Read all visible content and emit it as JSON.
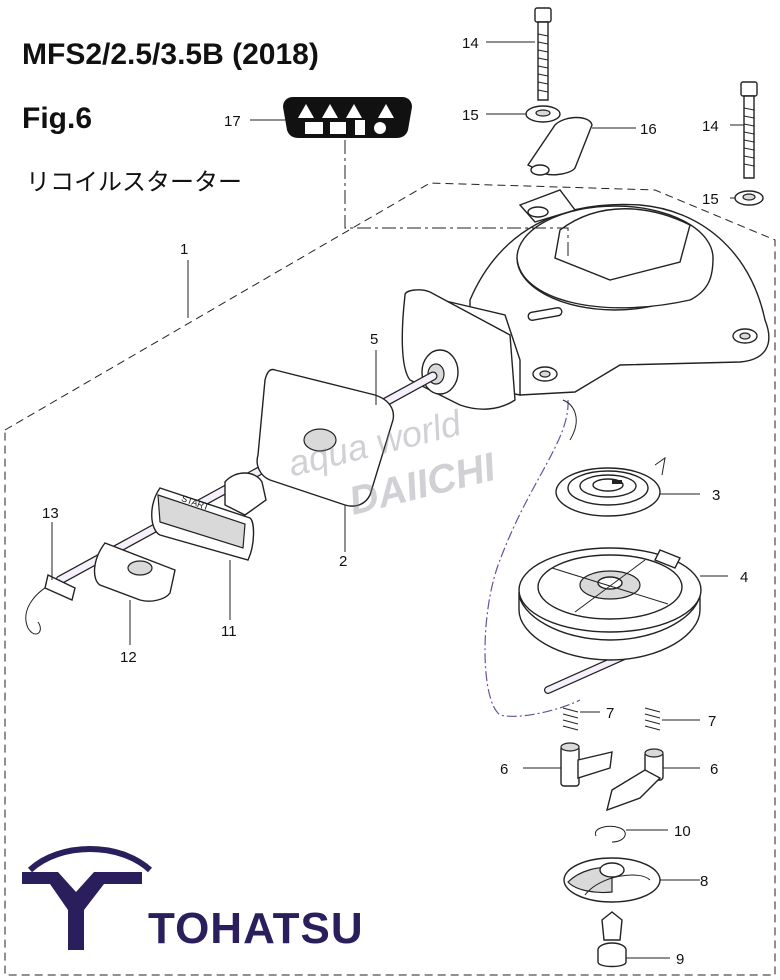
{
  "header": {
    "title": "MFS2/2.5/3.5B (2018)",
    "figure": "Fig.6",
    "subtitle": "リコイルスターター"
  },
  "watermark": {
    "line1": "aqua world",
    "line2": "DAIICHI"
  },
  "handle_text": "START",
  "brand": {
    "name": "TOHATSU",
    "color": "#2a1f5c",
    "logo_icon": "tohatsu-logo-icon"
  },
  "callouts": [
    {
      "num": "1"
    },
    {
      "num": "2"
    },
    {
      "num": "3"
    },
    {
      "num": "4"
    },
    {
      "num": "5"
    },
    {
      "num": "6"
    },
    {
      "num": "6"
    },
    {
      "num": "7"
    },
    {
      "num": "7"
    },
    {
      "num": "8"
    },
    {
      "num": "9"
    },
    {
      "num": "10"
    },
    {
      "num": "11"
    },
    {
      "num": "12"
    },
    {
      "num": "13"
    },
    {
      "num": "14"
    },
    {
      "num": "14"
    },
    {
      "num": "15"
    },
    {
      "num": "15"
    },
    {
      "num": "16"
    },
    {
      "num": "17"
    }
  ]
}
